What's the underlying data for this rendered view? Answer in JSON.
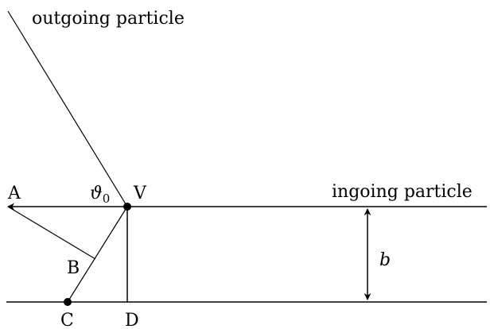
{
  "labels": {
    "outgoing": "outgoing particle",
    "ingoing": "ingoing particle",
    "point_a": "A",
    "point_b": "B",
    "point_c": "C",
    "point_d": "D",
    "point_v": "V",
    "angle": "ϑ",
    "angle_sub": "0",
    "impact": "b"
  },
  "colors": {
    "stroke": "#000000",
    "background": "#ffffff"
  }
}
